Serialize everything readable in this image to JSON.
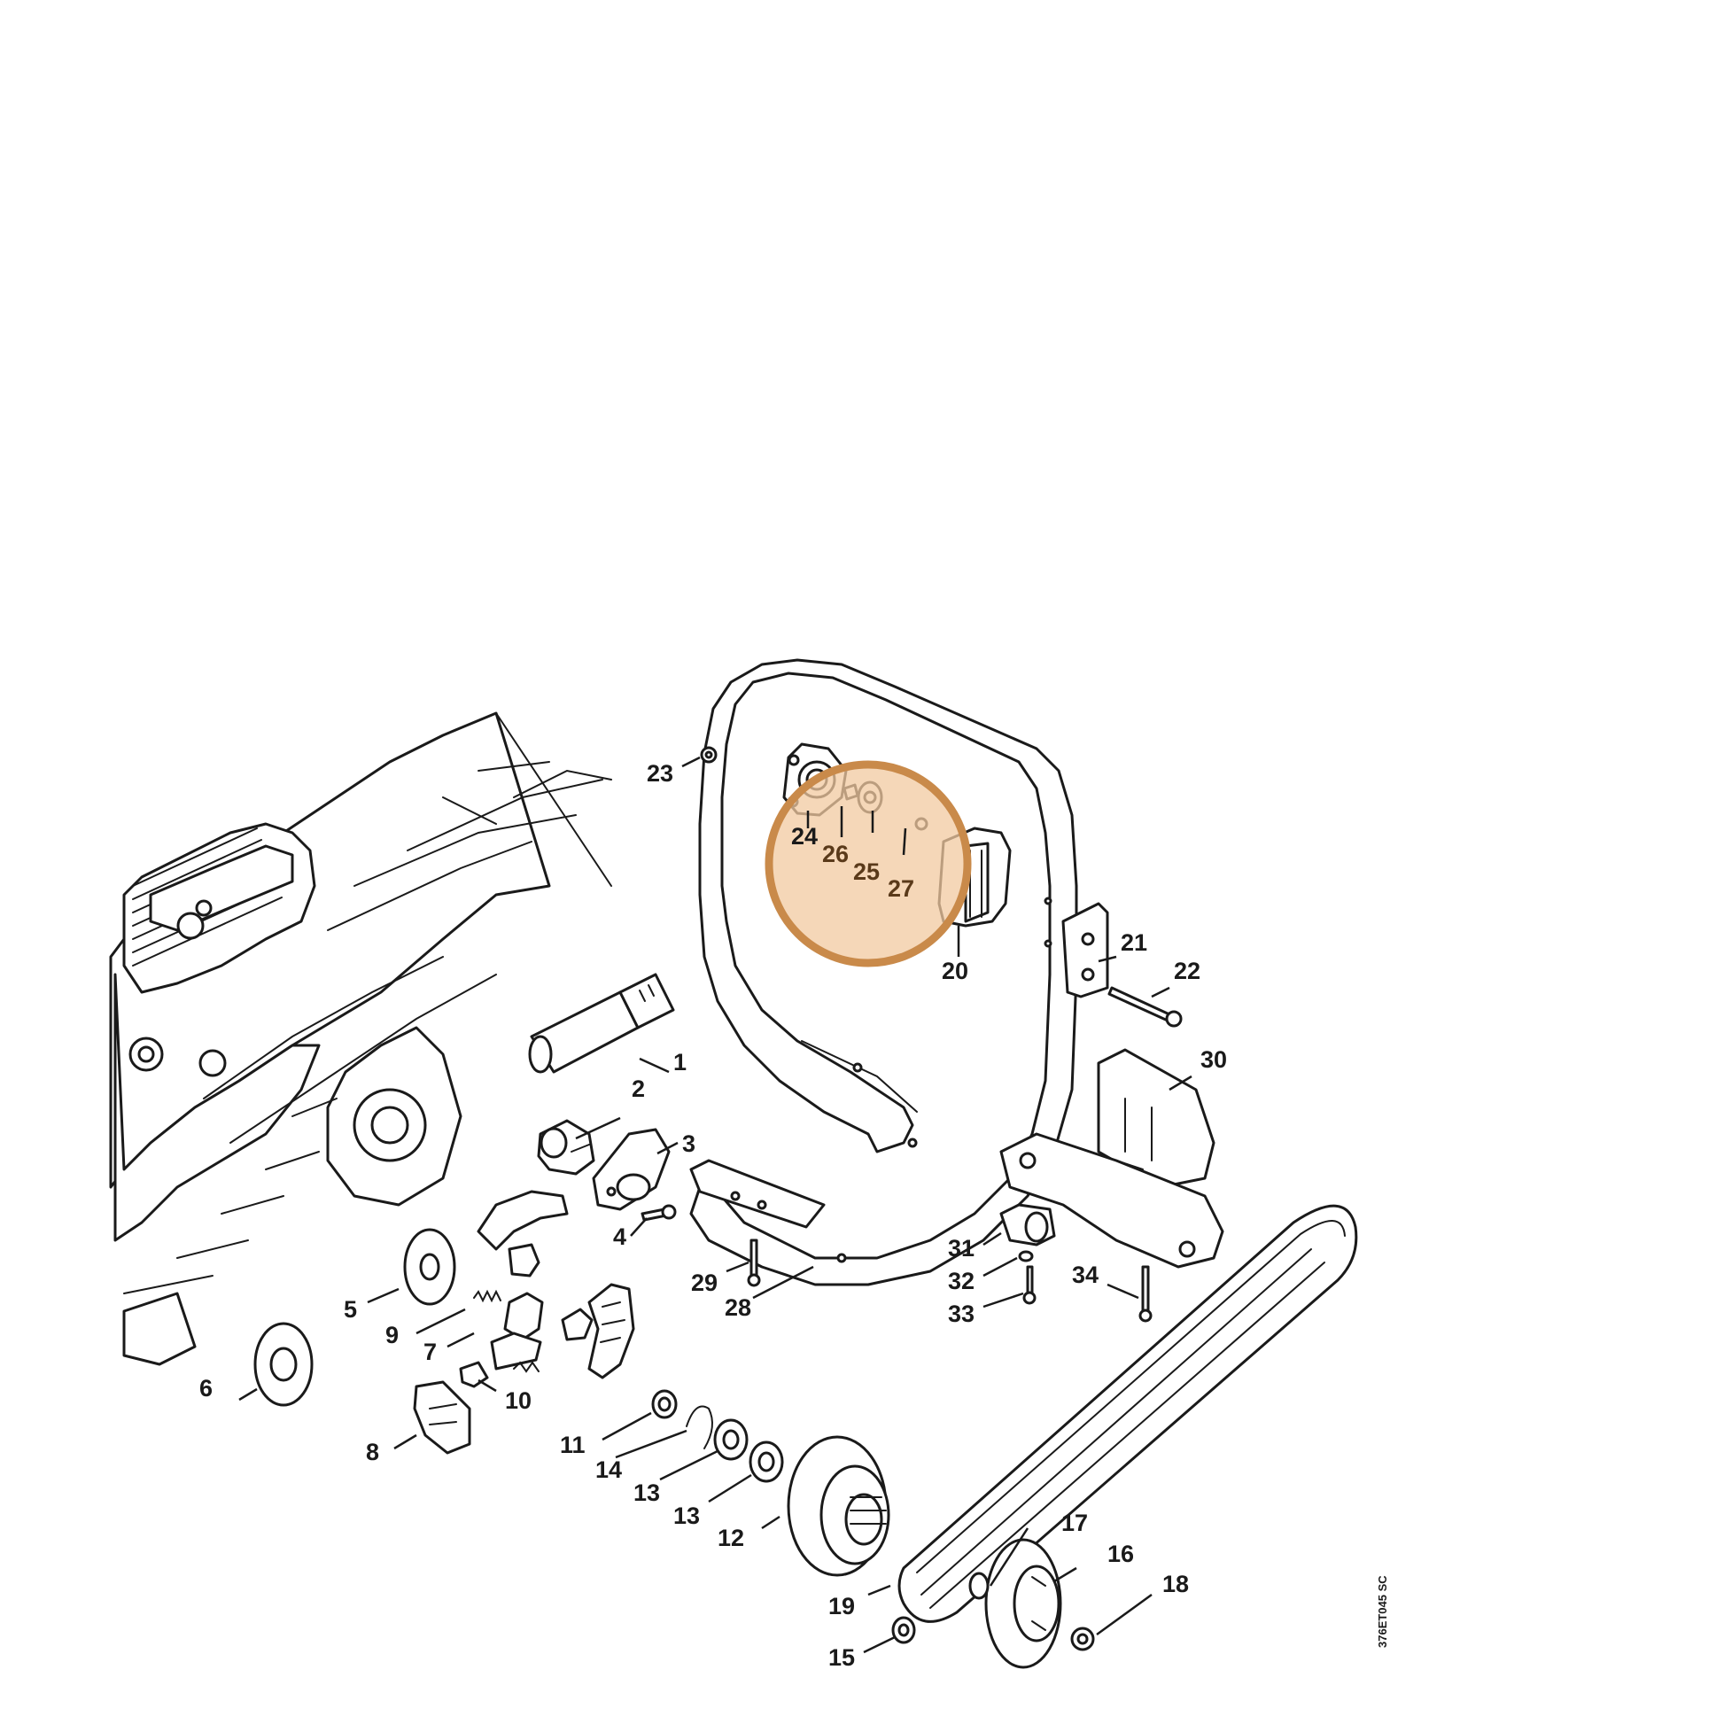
{
  "diagram": {
    "drawing_code": "376ET045 SC",
    "highlight_color": "#c98a4a",
    "highlight_fill": "#f2c9a0",
    "callouts": {
      "c1": "1",
      "c2": "2",
      "c3": "3",
      "c4": "4",
      "c5": "5",
      "c6": "6",
      "c7": "7",
      "c8": "8",
      "c9": "9",
      "c10": "10",
      "c11": "11",
      "c12": "12",
      "c13a": "13",
      "c13b": "13",
      "c14": "14",
      "c15": "15",
      "c16": "16",
      "c17": "17",
      "c18": "18",
      "c19": "19",
      "c20": "20",
      "c21": "21",
      "c22": "22",
      "c23": "23",
      "c24": "24",
      "c25": "25",
      "c26": "26",
      "c27": "27",
      "c28": "28",
      "c29": "29",
      "c30": "30",
      "c31": "31",
      "c32": "32",
      "c33": "33",
      "c34": "34"
    }
  }
}
